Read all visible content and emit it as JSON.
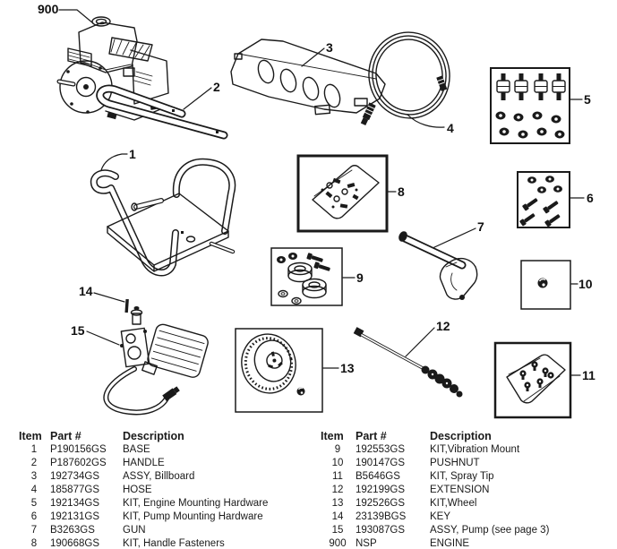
{
  "colors": {
    "line": "#1a1a1a",
    "background": "#ffffff"
  },
  "diagram": {
    "callouts": {
      "engine": "900",
      "base": "1",
      "handle": "2",
      "billboard": "3",
      "hose": "4",
      "engine_mounting_kit": "5",
      "pump_mounting_kit": "6",
      "gun": "7",
      "handle_fasteners_kit": "8",
      "vibration_mount_kit": "9",
      "pushnut": "10",
      "spray_tip_kit": "11",
      "extension": "12",
      "wheel_kit": "13",
      "key": "14",
      "pump": "15"
    }
  },
  "parts_table": {
    "headers": {
      "item": "Item",
      "part": "Part #",
      "description": "Description"
    },
    "left_rows": [
      {
        "item": "1",
        "part": "P190156GS",
        "description": "BASE"
      },
      {
        "item": "2",
        "part": "P187602GS",
        "description": "HANDLE"
      },
      {
        "item": "3",
        "part": "192734GS",
        "description": "ASSY, Billboard"
      },
      {
        "item": "4",
        "part": "185877GS",
        "description": "HOSE"
      },
      {
        "item": "5",
        "part": "192134GS",
        "description": "KIT, Engine Mounting Hardware"
      },
      {
        "item": "6",
        "part": "192131GS",
        "description": "KIT, Pump Mounting Hardware"
      },
      {
        "item": "7",
        "part": "B3263GS",
        "description": "GUN"
      },
      {
        "item": "8",
        "part": "190668GS",
        "description": "KIT, Handle Fasteners"
      }
    ],
    "right_rows": [
      {
        "item": "9",
        "part": "192553GS",
        "description": "KIT,Vibration Mount"
      },
      {
        "item": "10",
        "part": "190147GS",
        "description": "PUSHNUT"
      },
      {
        "item": "11",
        "part": "B5646GS",
        "description": "KIT, Spray Tip"
      },
      {
        "item": "12",
        "part": "192199GS",
        "description": "EXTENSION"
      },
      {
        "item": "13",
        "part": "192526GS",
        "description": "KIT,Wheel"
      },
      {
        "item": "14",
        "part": "23139BGS",
        "description": "KEY"
      },
      {
        "item": "15",
        "part": "193087GS",
        "description": "ASSY, Pump (see page 3)"
      },
      {
        "item": "900",
        "part": "NSP",
        "description": "ENGINE"
      }
    ]
  }
}
